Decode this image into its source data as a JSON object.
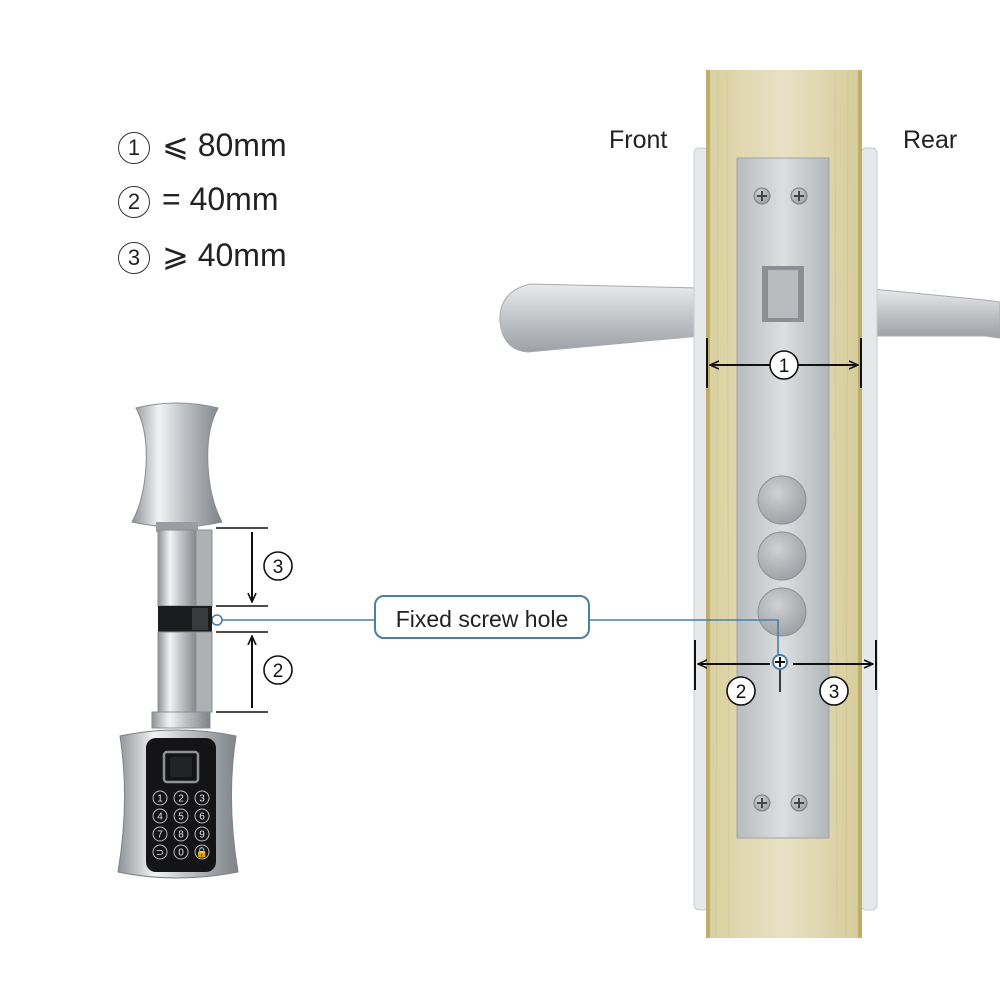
{
  "specs": [
    {
      "num": "1",
      "text": "⩽ 80mm"
    },
    {
      "num": "2",
      "text": "= 40mm"
    },
    {
      "num": "3",
      "text": "⩾ 40mm"
    }
  ],
  "door": {
    "front_label": "Front",
    "rear_label": "Rear"
  },
  "callout": {
    "label": "Fixed screw hole"
  },
  "markers": {
    "one": "1",
    "two": "2",
    "three": "3"
  },
  "keypad": {
    "keys": [
      "1",
      "2",
      "3",
      "4",
      "5",
      "6",
      "7",
      "8",
      "9",
      "⊃",
      "0",
      "🔒"
    ]
  },
  "colors": {
    "wood": "#e3dbb6",
    "wood_edge": "#bfae6a",
    "plate": "#c9cbcd",
    "accent": "#4a7fa8"
  }
}
